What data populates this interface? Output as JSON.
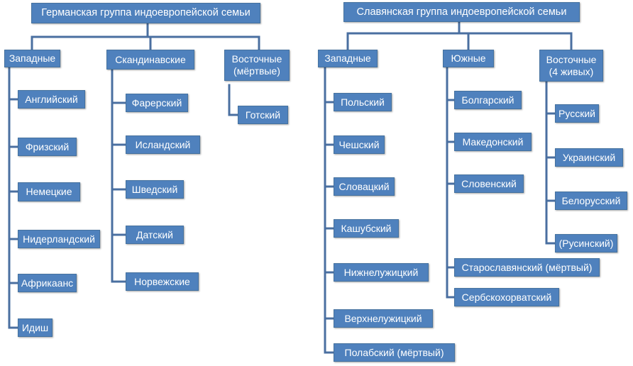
{
  "colors": {
    "box": "#4f81bd",
    "line": "#4a6fa0",
    "text": "#ffffff"
  },
  "germanic": {
    "title": "Германская группа индоевропейской семьи",
    "western": {
      "label": "Западные",
      "items": [
        "Английский",
        "Фризский",
        "Немецкие",
        "Нидерландский",
        "Африкаанс",
        "Идиш"
      ]
    },
    "scandinavian": {
      "label": "Скандинавские",
      "items": [
        "Фарерский",
        "Исландский",
        "Шведский",
        "Датский",
        "Норвежские"
      ]
    },
    "eastern": {
      "label": "Восточные\n(мёртвые)",
      "items": [
        "Готский"
      ]
    }
  },
  "slavic": {
    "title": "Славянская группа индоевропейской семьи",
    "western": {
      "label": "Западные",
      "items": [
        "Польский",
        "Чешский",
        "Словацкий",
        "Кашубский",
        "Нижнелужицкий",
        "Верхнелужицкий",
        "Полабский (мёртвый)"
      ]
    },
    "southern": {
      "label": "Южные",
      "items": [
        "Болгарский",
        "Македонский",
        "Словенский",
        "Старославянский (мёртвый)",
        "Сербскохорватский"
      ]
    },
    "eastern": {
      "label": "Восточные\n(4 живых)",
      "items": [
        "Русский",
        "Украинский",
        "Белорусский",
        "(Русинский)"
      ]
    }
  }
}
